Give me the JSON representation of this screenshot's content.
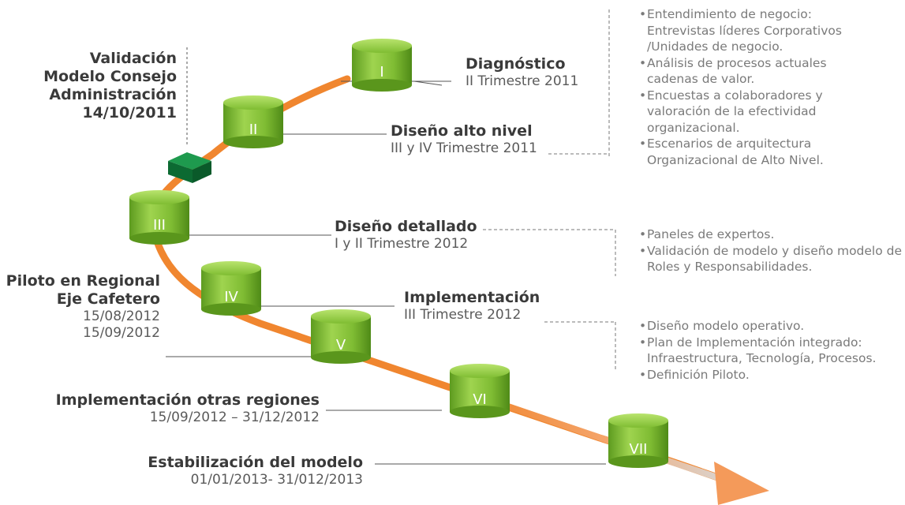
{
  "phases": [
    {
      "numeral": "I",
      "title": "Diagnóstico",
      "period": "II Trimestre 2011"
    },
    {
      "numeral": "II",
      "title": "Diseño alto nivel",
      "period": "III y IV Trimestre 2011"
    },
    {
      "numeral": "III",
      "title": "Diseño detallado",
      "period": "I y II Trimestre 2012"
    },
    {
      "numeral": "IV",
      "title": "Implementación",
      "period": "III Trimestre 2012"
    },
    {
      "numeral": "V"
    },
    {
      "numeral": "VI"
    },
    {
      "numeral": "VII"
    }
  ],
  "milestones": {
    "validation": {
      "lines": [
        "Validación",
        "Modelo Consejo",
        "Administración",
        "14/10/2011"
      ]
    },
    "pilot": {
      "title_lines": [
        "Piloto en Regional",
        "Eje Cafetero"
      ],
      "dates": [
        "15/08/2012",
        "15/09/2012"
      ]
    },
    "other_regions": {
      "title": "Implementación otras regiones",
      "dates": "15/09/2012 – 31/12/2012"
    },
    "stabilization": {
      "title": "Estabilización del modelo",
      "dates": "01/01/2013- 31/012/2013"
    }
  },
  "bullets": {
    "diagnostic": [
      "Entendimiento de negocio: Entrevistas líderes Corporativos /Unidades de negocio.",
      "Análisis de procesos actuales cadenas de valor.",
      "Encuestas a colaboradores y valoración de la efectividad organizacional.",
      "Escenarios de arquitectura Organizacional de Alto Nivel."
    ],
    "detailed": [
      "Paneles de expertos.",
      "Validación de modelo y diseño modelo de Roles y Responsabilidades."
    ],
    "implementation": [
      "Diseño modelo operativo.",
      "Plan de Implementación integrado: Infraestructura, Tecnología, Procesos.",
      "Definición Piloto."
    ]
  },
  "colors": {
    "path": "#f0862f",
    "cylinder": "#8cc63e",
    "cylinder_dark": "#5a9a1e",
    "milestone_box": "#0f7d3c"
  }
}
